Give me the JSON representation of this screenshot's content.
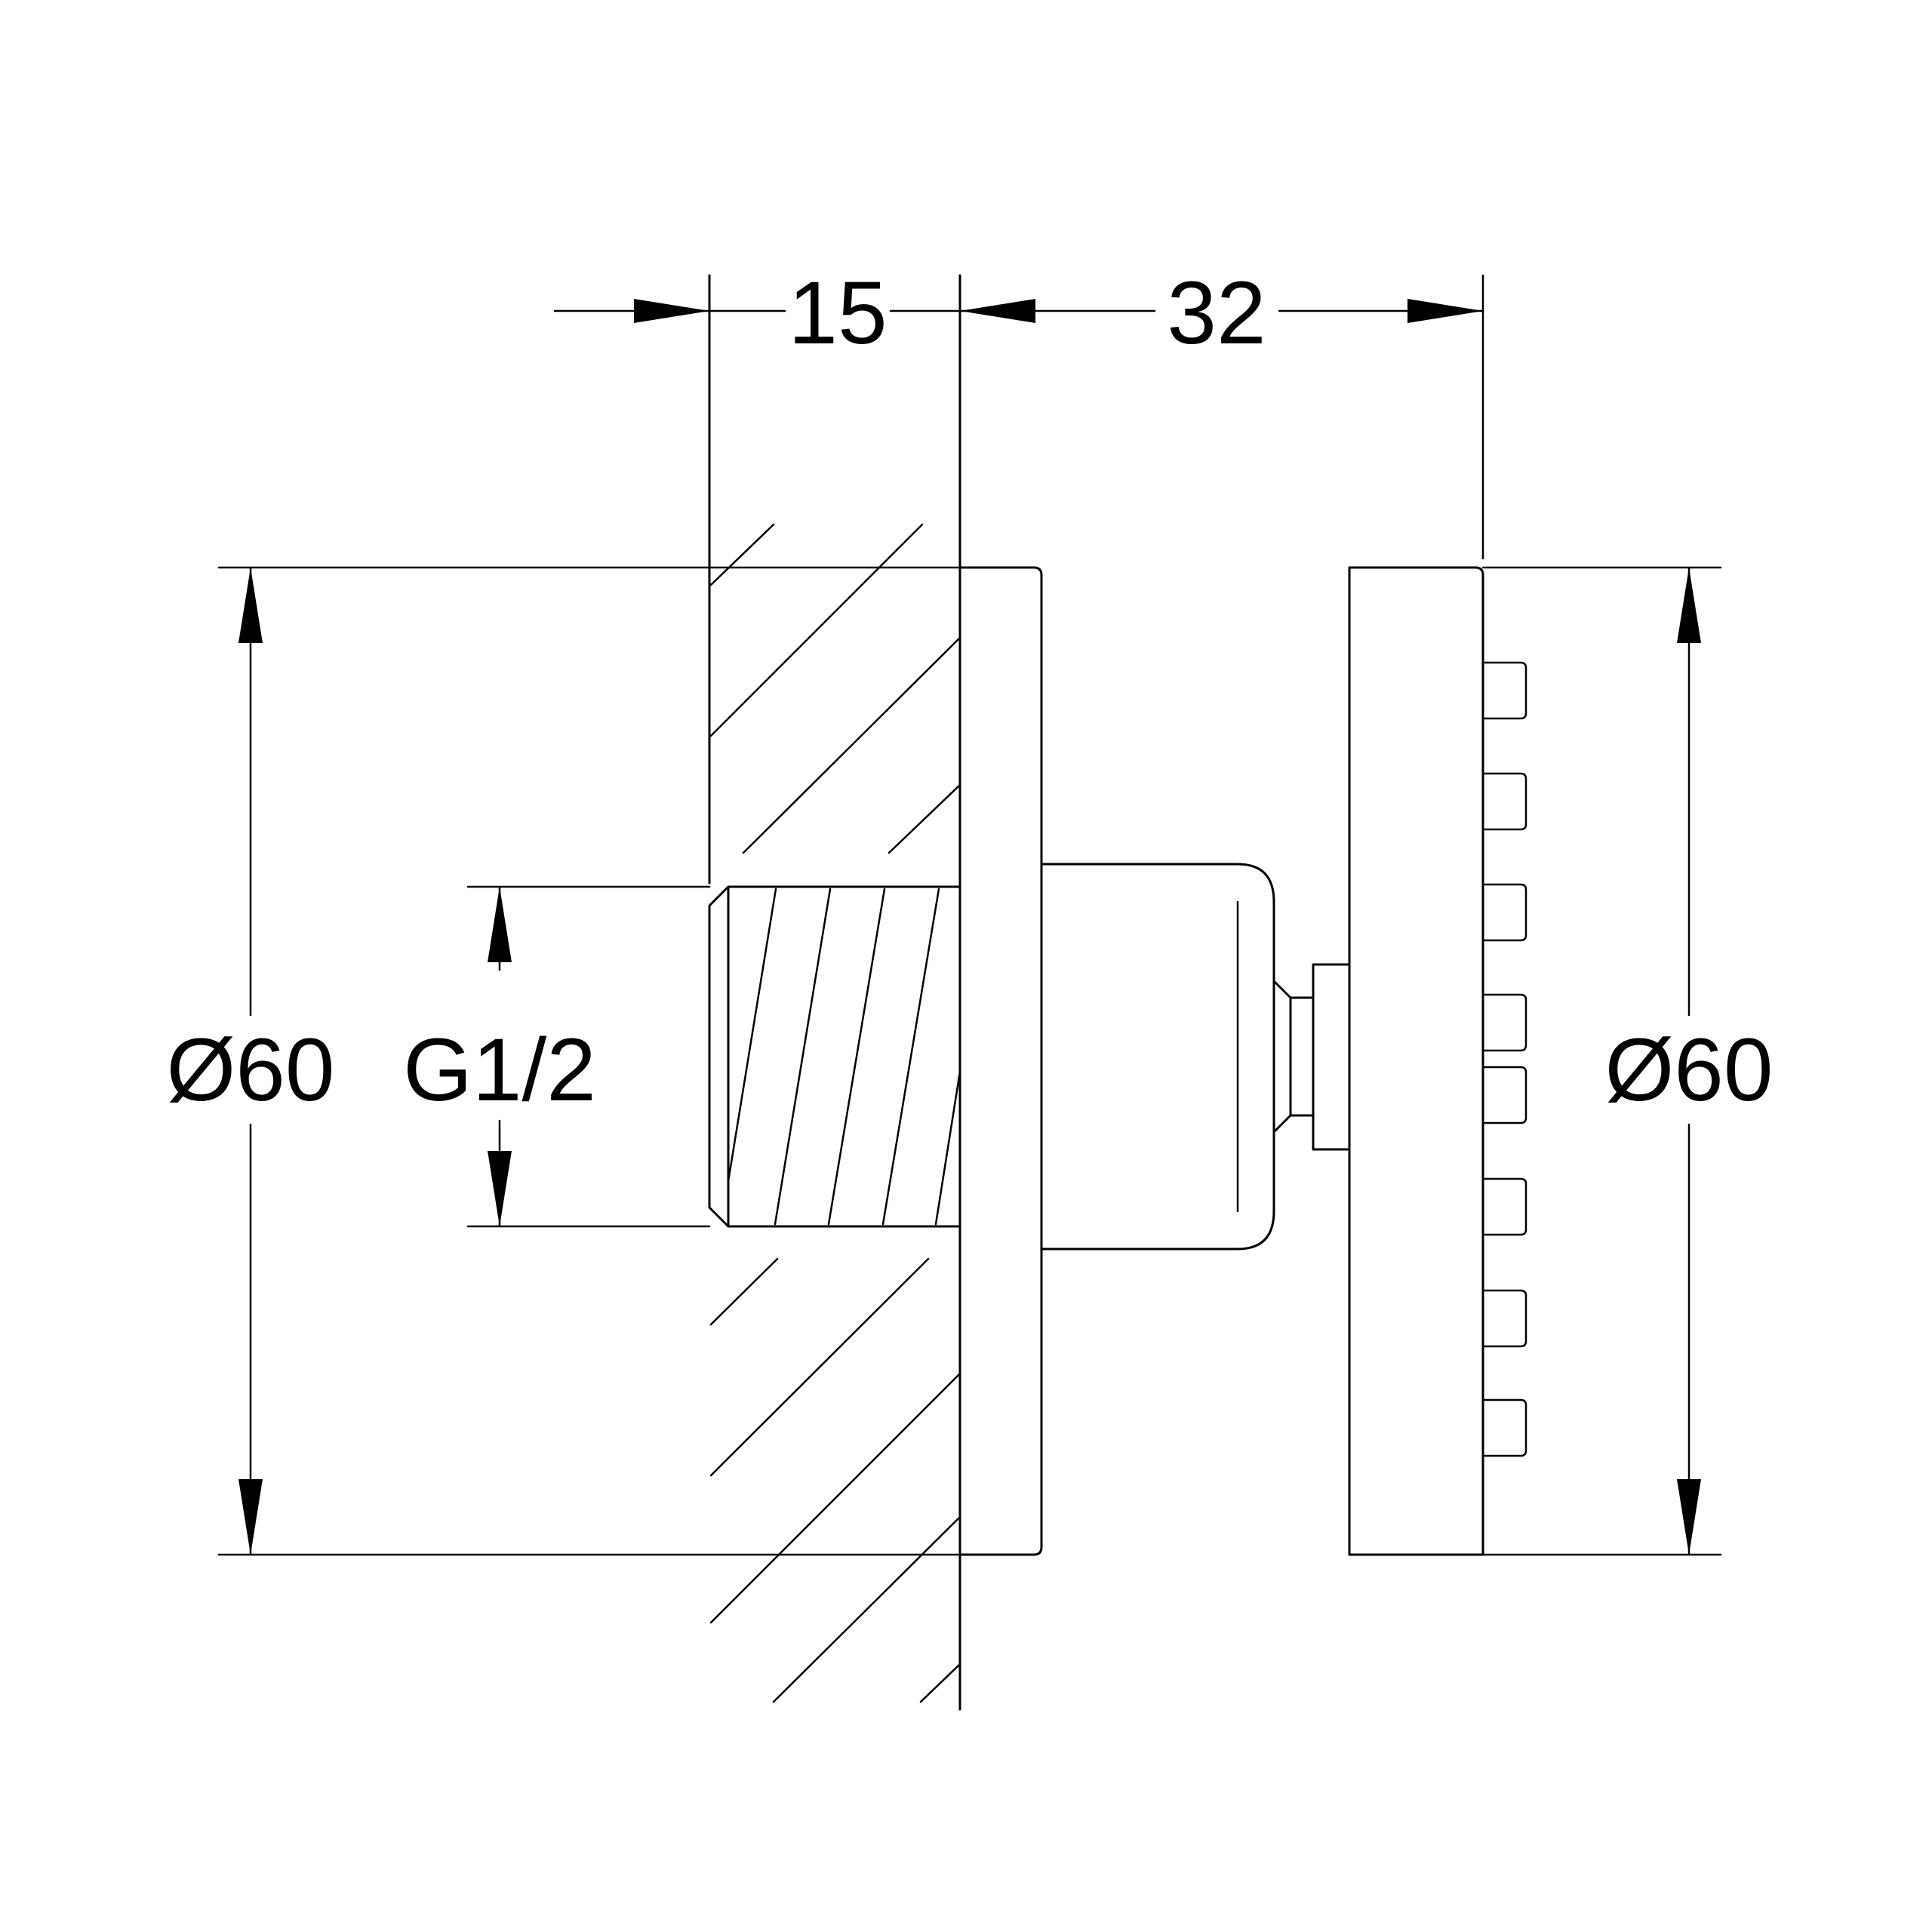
{
  "drawing": {
    "dimensions": {
      "wall_thickness": "15",
      "projection": "32",
      "thread": "G1/2",
      "left_diameter": "Ø60",
      "right_diameter": "Ø60"
    },
    "colors": {
      "line": "#000000",
      "background": "#ffffff"
    }
  }
}
